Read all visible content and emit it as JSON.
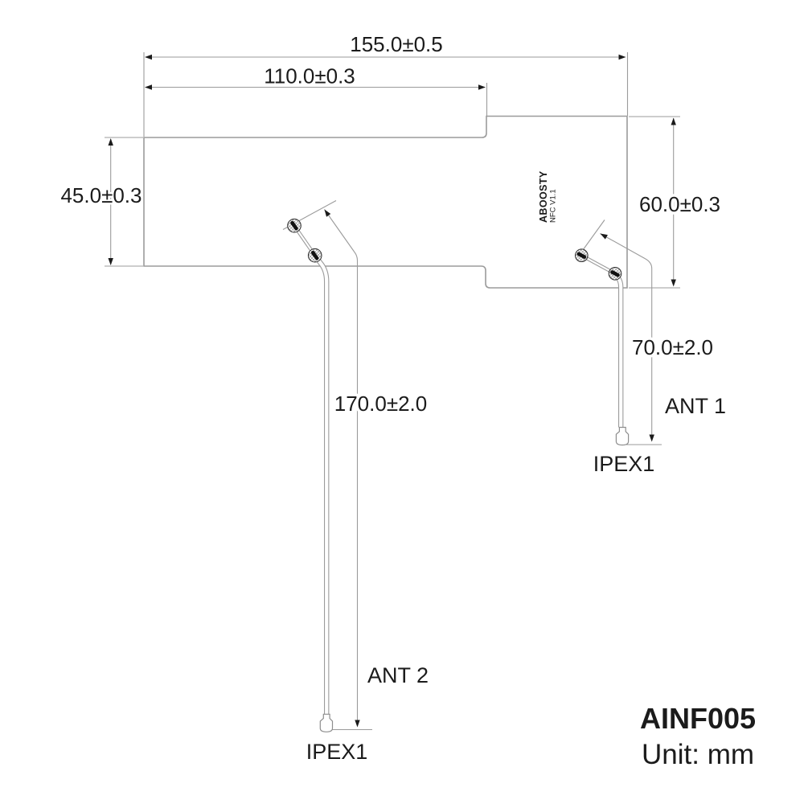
{
  "drawing": {
    "product_code": "AINF005",
    "unit_label": "Unit: mm"
  },
  "dimensions": {
    "overall_width": "155.0±0.5",
    "left_section_width": "110.0±0.3",
    "left_section_height": "45.0±0.3",
    "right_section_height": "60.0±0.3",
    "ant1_cable_length": "70.0±2.0",
    "ant2_cable_length": "170.0±2.0"
  },
  "labels": {
    "ant1": "ANT 1",
    "ant2": "ANT 2",
    "ant1_connector": "IPEX1",
    "ant2_connector": "IPEX1"
  },
  "pcb_silkscreen": {
    "brand": "ABOOSTY",
    "model": "NFC V1.1"
  },
  "colors": {
    "line": "#9b9b9b",
    "ink": "#1b1b1b",
    "background": "#ffffff"
  }
}
